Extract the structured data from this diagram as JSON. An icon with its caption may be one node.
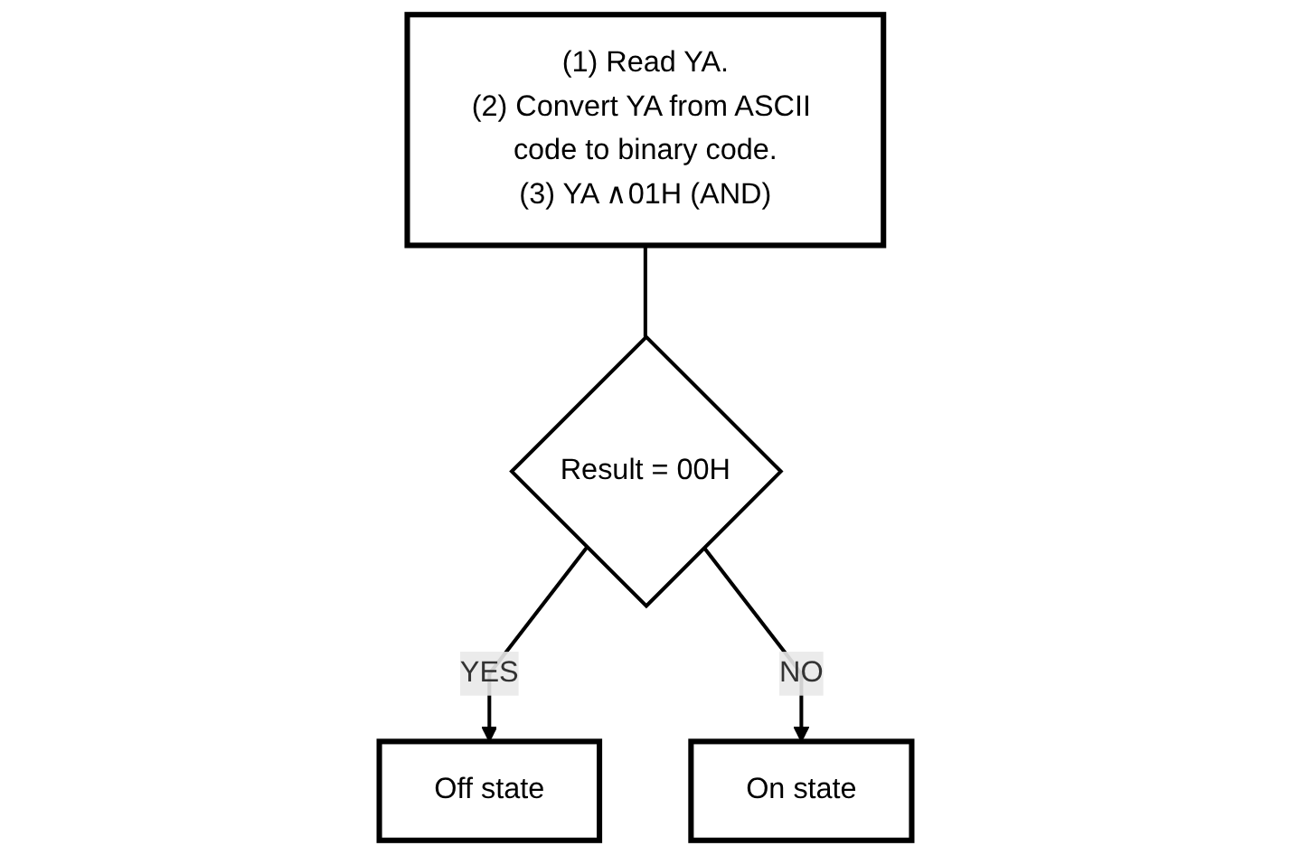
{
  "diagram": {
    "nodes": [
      {
        "text": [
          "(1) Read YA.",
          "(2) Convert YA from ASCII code to binary code.",
          "(3) YA ∧01H (AND)"
        ]
      },
      {
        "text": [
          "Result = 00H"
        ]
      },
      {
        "text": [
          "Off state"
        ]
      },
      {
        "text": [
          "On state"
        ]
      }
    ],
    "edges": [
      {
        "from": 0,
        "to": 1,
        "arrow": "none"
      },
      {
        "from": 1,
        "to": 2,
        "arrow": "to",
        "label": "YES"
      },
      {
        "from": 1,
        "to": 3,
        "arrow": "to",
        "label": "NO"
      }
    ]
  }
}
